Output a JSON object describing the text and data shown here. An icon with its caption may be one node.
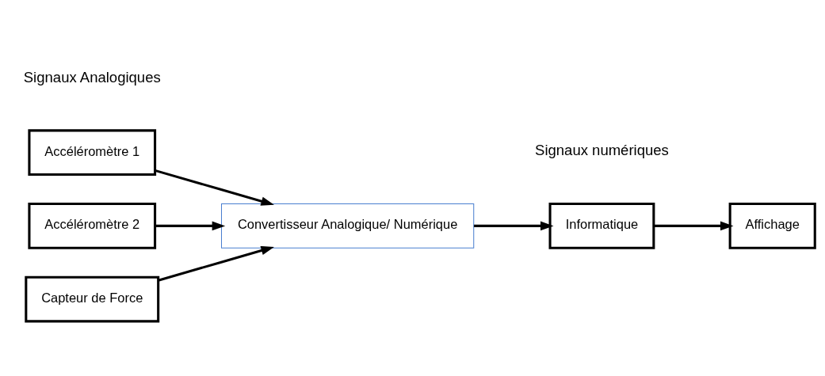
{
  "diagram": {
    "nodes": [
      {
        "text": [
          "Accéléromètre 1"
        ]
      },
      {
        "text": [
          "Accéléromètre 2"
        ]
      },
      {
        "text": [
          "Capteur de Force"
        ]
      },
      {
        "text": [
          "Convertisseur Analogique/ Numérique"
        ]
      },
      {
        "text": [
          "Informatique"
        ]
      },
      {
        "text": [
          "Affichage"
        ]
      }
    ],
    "edges": [
      {
        "from": 0,
        "to": 3,
        "arrow": "to"
      },
      {
        "from": 1,
        "to": 3,
        "arrow": "to"
      },
      {
        "from": 2,
        "to": 3,
        "arrow": "to"
      },
      {
        "from": 3,
        "to": 4,
        "arrow": "to"
      },
      {
        "from": 4,
        "to": 5,
        "arrow": "to"
      }
    ],
    "labels": [
      "Signaux Analogiques",
      "Signaux numériques"
    ]
  }
}
